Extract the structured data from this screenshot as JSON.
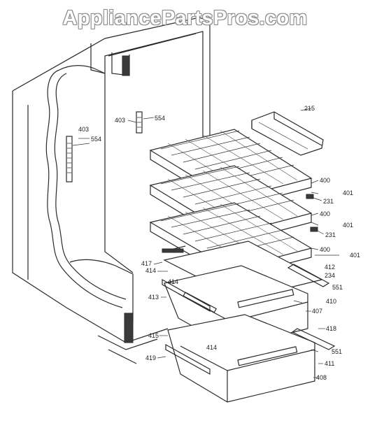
{
  "watermark": "AppliancePartsPros.com",
  "callouts": {
    "c215": "215",
    "c403a": "403",
    "c554a": "554",
    "c403b": "403",
    "c554b": "554",
    "c400a": "400",
    "c401a": "401",
    "c231a": "231",
    "c400b": "400",
    "c401b": "401",
    "c231b": "231",
    "c400c": "400",
    "c401c": "401",
    "c417": "417",
    "c412": "412",
    "c414a": "414",
    "c234": "234",
    "c414b": "414",
    "c551a": "551",
    "c413": "413",
    "c410": "410",
    "c407": "407",
    "c418": "418",
    "c415": "415",
    "c414c": "414",
    "c551b": "551",
    "c419": "419",
    "c411": "411",
    "c408": "408"
  }
}
